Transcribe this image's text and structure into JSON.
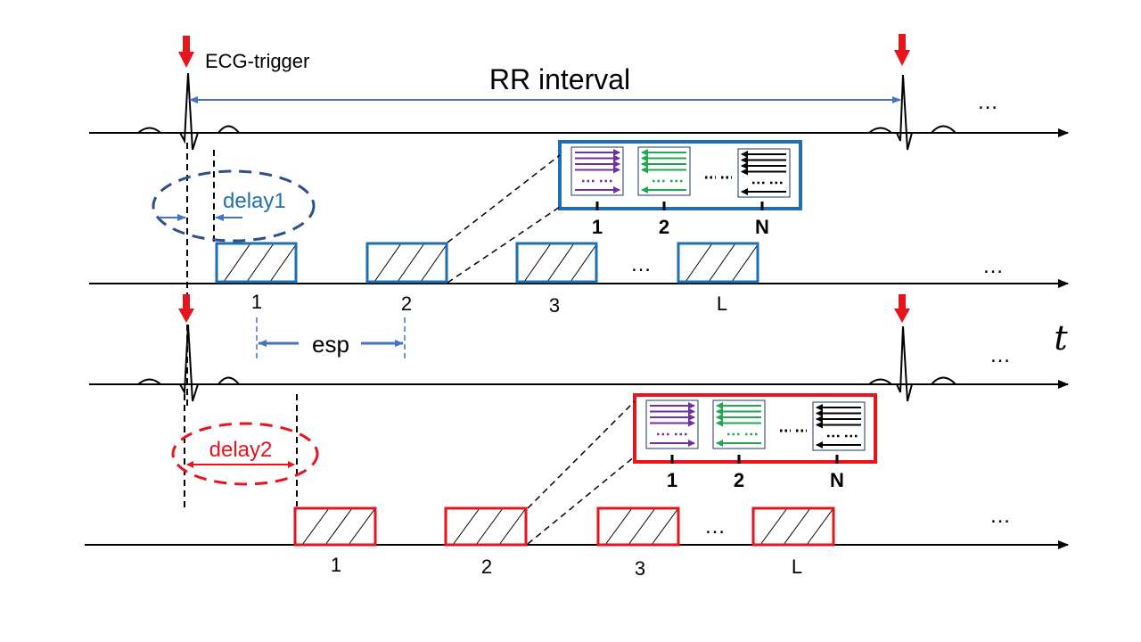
{
  "title": "ECG-triggered acquisition timing diagram",
  "colors": {
    "trigger": "#e8141c",
    "axis": "#000000",
    "blue": "#1f6fb5",
    "blue_dashed": "#2f4f8a",
    "blue_arrow": "#4472c4",
    "red": "#e8141c",
    "purple": "#7030a0",
    "green": "#22a650",
    "black": "#000000"
  },
  "ecg_trigger_label": "ECG-trigger",
  "rr_interval_label": "RR interval",
  "time_axis_label": "t",
  "ellipsis": "…",
  "panel_top": {
    "delay_label": "delay1",
    "shot_labels": [
      "1",
      "2",
      "3",
      "L"
    ],
    "esp_label": "esp",
    "esp_marks": [
      "1",
      "2"
    ],
    "inset_labels": [
      "1",
      "2",
      "N"
    ]
  },
  "panel_bottom": {
    "delay_label": "delay2",
    "shot_labels": [
      "1",
      "2",
      "3",
      "L"
    ],
    "inset_labels": [
      "1",
      "2",
      "N"
    ]
  }
}
